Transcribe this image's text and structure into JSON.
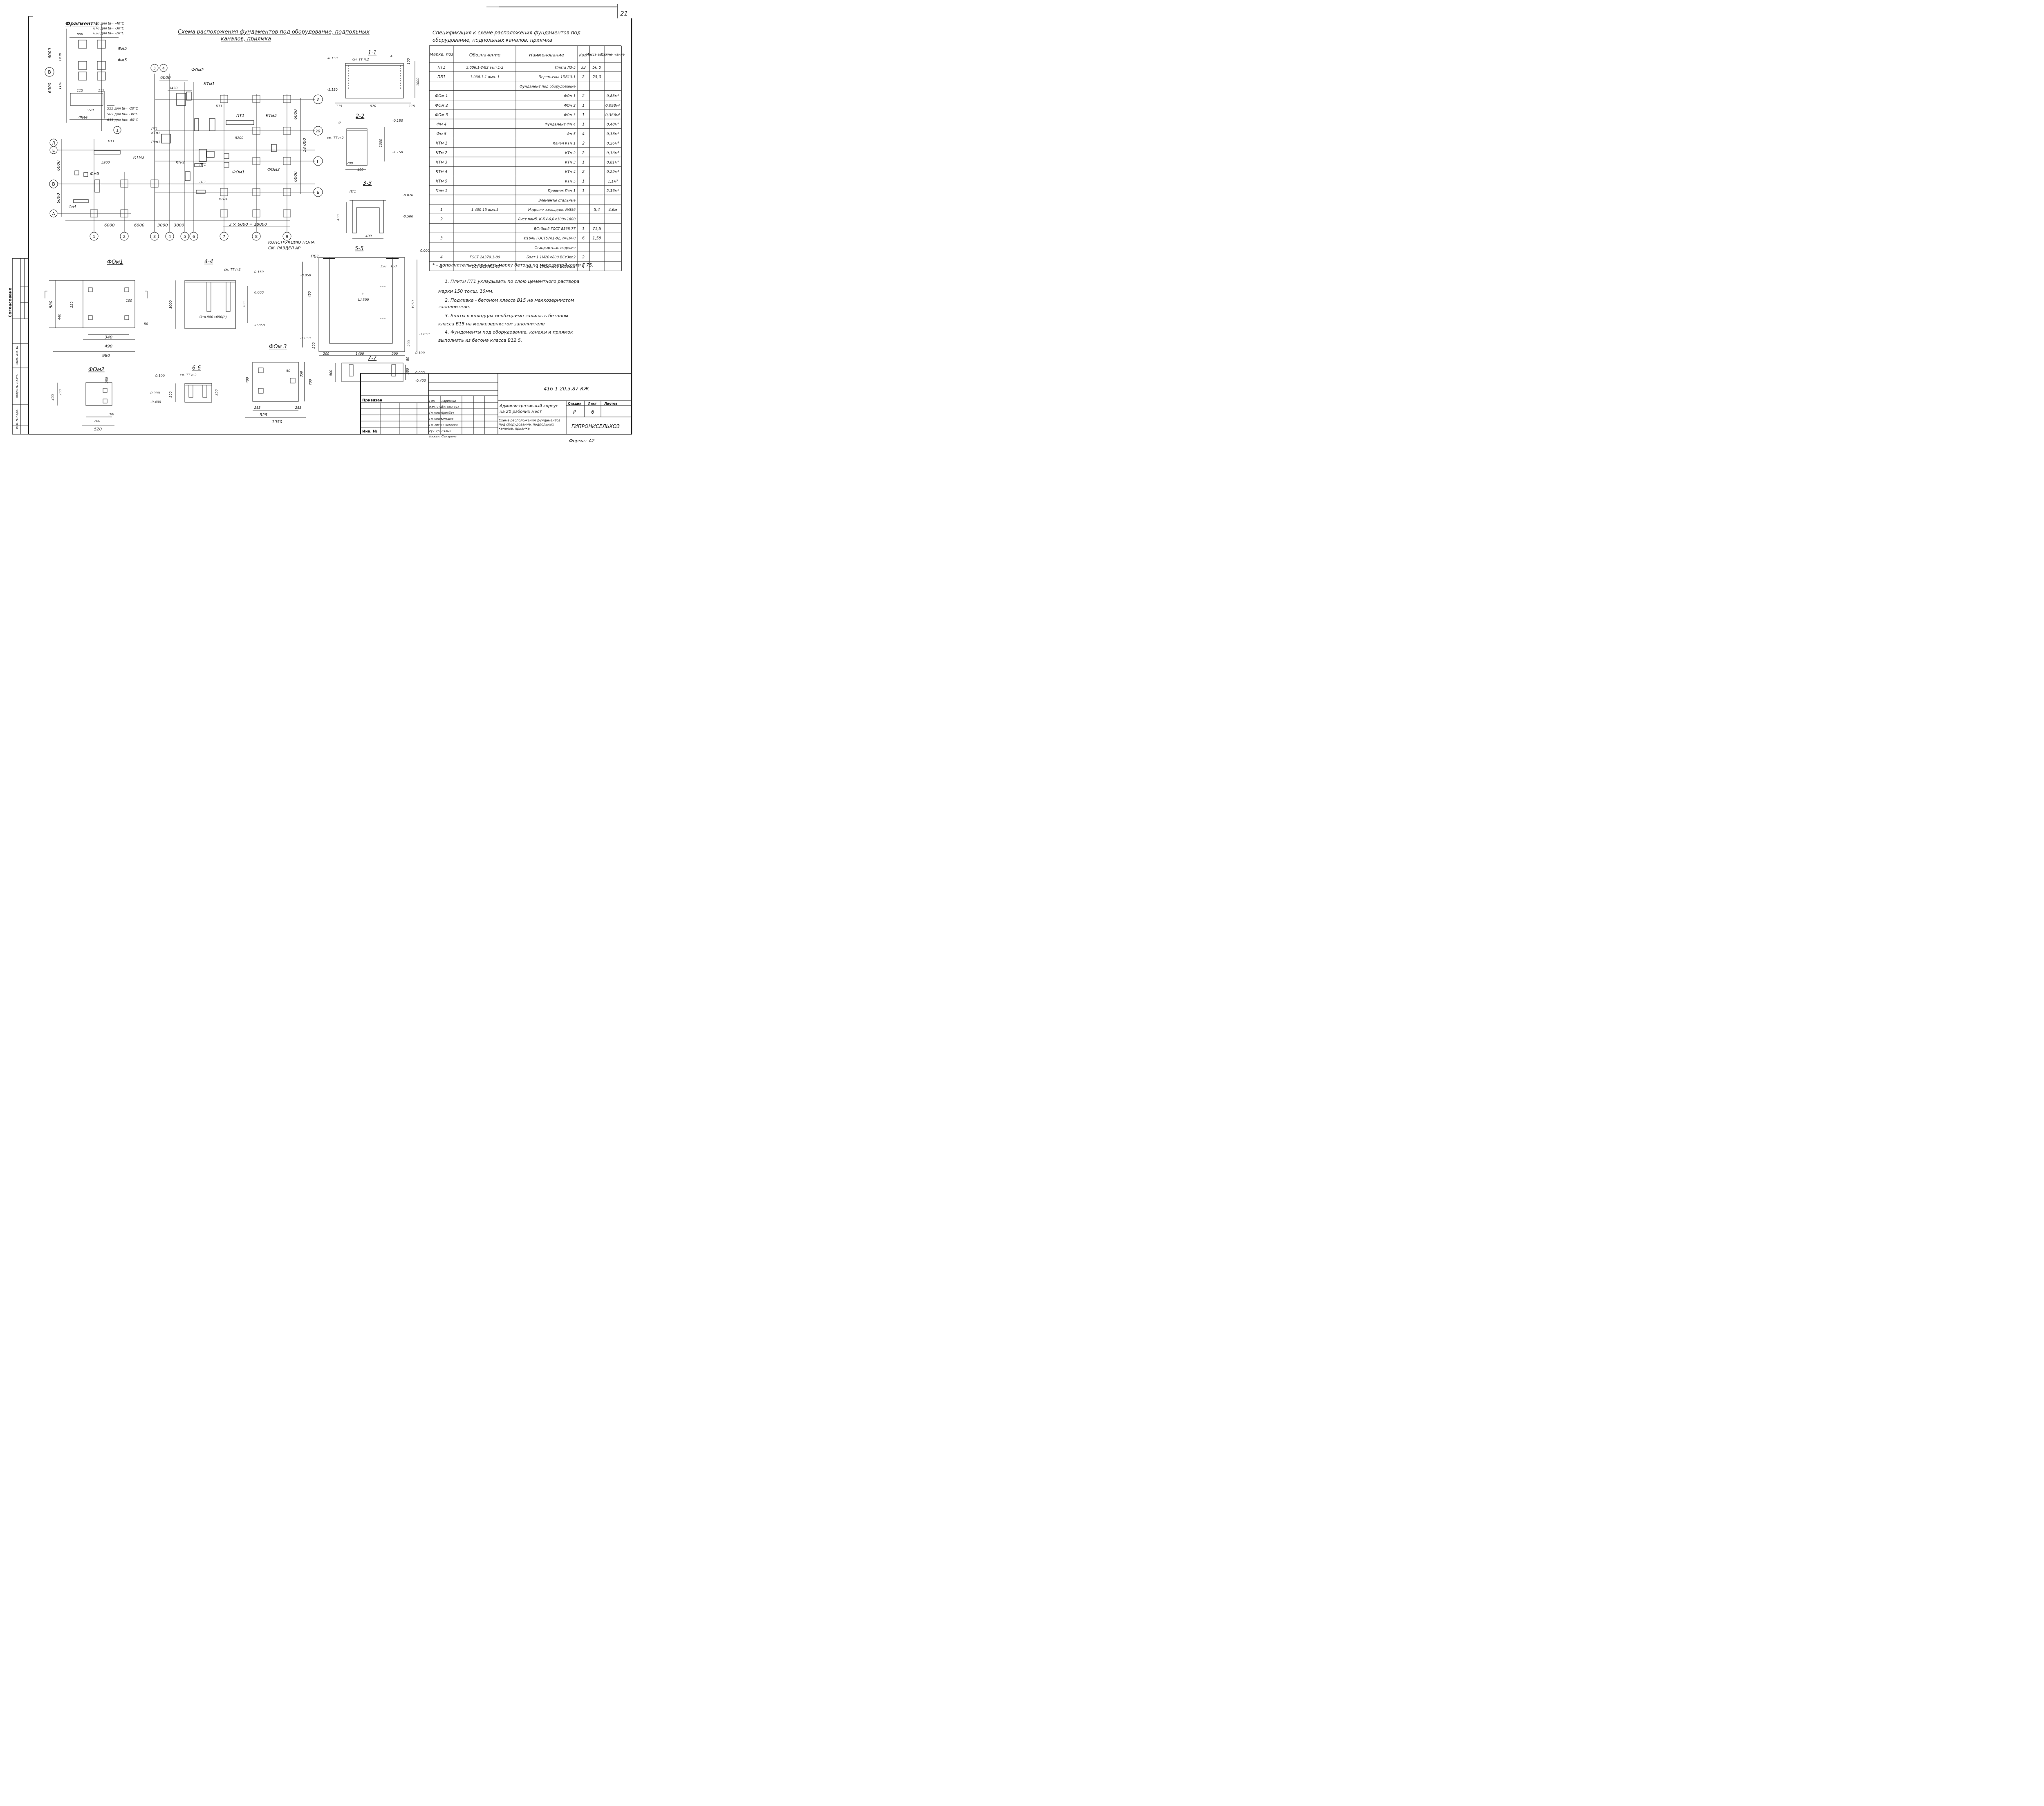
{
  "sheet_number": "21",
  "main_title": [
    "Схема расположения фундаментов под оборудование, подпольных",
    "каналов, приямка"
  ],
  "fragment": {
    "title": "Фрагмент 1",
    "depth_notes": [
      "780  для tв= -40°С",
      "670  для tв= -30°С",
      "620  для tв= -20°С"
    ],
    "depth_notes_bottom": [
      "555  для tв= -20°С",
      "585  для tв= -30°С",
      "635  для tв= -40°С"
    ],
    "dims": [
      "890",
      "6000",
      "6000",
      "1930",
      "3370",
      "115",
      "115",
      "970"
    ],
    "labels": [
      "Фм5",
      "Фм5",
      "Фм4"
    ],
    "axis": "В",
    "callout": "1"
  },
  "plan": {
    "axes_h": [
      "Д",
      "Е",
      "В",
      "Б",
      "А"
    ],
    "axes_v": [
      "1",
      "2",
      "3",
      "4",
      "5",
      "6",
      "7",
      "8",
      "9"
    ],
    "axes_v_top": [
      "3",
      "4"
    ],
    "axes_right": [
      "И",
      "Ж",
      "Г",
      "Б"
    ],
    "dims_bottom": [
      "6000",
      "6000",
      "3000",
      "3000",
      "3 × 6000 = 18000"
    ],
    "dims_left": [
      "6000",
      "6000"
    ],
    "dims_right": [
      "6000",
      "18 000",
      "6000"
    ],
    "labels": [
      "ФОм2",
      "КТм1",
      "ПТ1",
      "КТм5",
      "ПТ1",
      "КТм1",
      "ПТ1",
      "Пям1",
      "КТм3",
      "ФОм1",
      "ФОм3",
      "КТм4",
      "ПТ1",
      "КТм2",
      "Фм5",
      "Фм4",
      "ПТ1",
      "ПТ1"
    ],
    "dims_top": [
      "6000",
      "3420",
      "5200",
      "5200"
    ]
  },
  "section_11": {
    "title": "1-1",
    "note": "см. ТТ п.2",
    "levels": [
      "-0.150",
      "-1.150"
    ],
    "dims": [
      "115",
      "970",
      "115",
      "1000",
      "100"
    ],
    "callout": "4"
  },
  "section_22": {
    "title": "2-2",
    "note": "см. ТТ п.2",
    "levels": [
      "-0.150",
      "-1.150"
    ],
    "dims": [
      "200",
      "400",
      "1000"
    ],
    "label": "Б"
  },
  "section_33": {
    "title": "3-3",
    "label": "ПТ1",
    "levels": [
      "-0.070",
      "-0.500"
    ],
    "dims": [
      "400",
      "400"
    ]
  },
  "section_44": {
    "title": "4-4",
    "note": "см. ТТ п.2",
    "levels": [
      "0.150",
      "0.000",
      "-0.850"
    ],
    "dims": [
      "1000",
      "700"
    ],
    "hole": "Отв.980×650(h)"
  },
  "section_55": {
    "title": "5-5",
    "note": [
      "КОНСТРУКЦИЮ ПОЛА",
      "СМ. РАЗДЕЛ АР"
    ],
    "labels": [
      "ПБ1",
      "3",
      "Ш 300"
    ],
    "levels": [
      "0.000",
      "-0.850",
      "-2.050",
      "-1.850"
    ],
    "dims": [
      "1950",
      "450",
      "150",
      "150",
      "200",
      "1400",
      "200",
      "200",
      "200"
    ]
  },
  "section_66": {
    "title": "6-6",
    "note": "см. ТТ п.2",
    "levels": [
      "0.100",
      "0.000",
      "-0.400"
    ],
    "dims": [
      "500",
      "250"
    ]
  },
  "section_77": {
    "title": "7-7",
    "levels": [
      "0.100",
      "0.000",
      "-0.400"
    ],
    "dims": [
      "500",
      "250",
      "80"
    ]
  },
  "fom1": {
    "title": "ФОм1",
    "dims": [
      "880",
      "440",
      "220",
      "340",
      "490",
      "980",
      "100",
      "50"
    ]
  },
  "fom2": {
    "title": "ФОм2",
    "dims": [
      "400",
      "200",
      "260",
      "520",
      "100",
      "250"
    ]
  },
  "fom3": {
    "title": "ФОм 3",
    "dims": [
      "400",
      "350",
      "700",
      "285",
      "285",
      "525",
      "1050",
      "50"
    ]
  },
  "spec": {
    "title": [
      "Спецификация  к схеме расположения фундаментов под",
      "оборудование, подпольных каналов, приямка"
    ],
    "headers": [
      "Марка, поз",
      "Обозначение",
      "Наименование",
      "Кол.",
      "Масса ед, кг",
      "Приме- чание"
    ],
    "rows": [
      [
        "ПТ1",
        "3.006.1-2/82 вып.1-2",
        "Плита   ЛЗ-5",
        "33",
        "50,0",
        ""
      ],
      [
        "ПБ1",
        "1.038.1-1  вып. 1",
        "Перемычка  1ПБ13-1",
        "2",
        "25,0",
        ""
      ],
      [
        "",
        "",
        "Фундамент под оборудование",
        "",
        "",
        ""
      ],
      [
        "ФОм 1",
        "",
        "ФОм 1",
        "2",
        "",
        "0,83м³"
      ],
      [
        "ФОм 2",
        "",
        "ФОм 2",
        "1",
        "",
        "0,098м³"
      ],
      [
        "ФОм 3",
        "",
        "ФОм 3",
        "1",
        "",
        "0,366м³"
      ],
      [
        "Фм 4",
        "",
        "Фундамент   Фм 4",
        "1",
        "",
        "0,48м³"
      ],
      [
        "Фм 5",
        "",
        "Фм 5",
        "4",
        "",
        "0,16м³"
      ],
      [
        "КТм 1",
        "",
        "Канал    КТм 1",
        "2",
        "",
        "0,26м³"
      ],
      [
        "КТм 2",
        "",
        "КТм 2",
        "2",
        "",
        "0,36м³"
      ],
      [
        "КТм 3",
        "",
        "КТм 3",
        "1",
        "",
        "0,81м³"
      ],
      [
        "КТм 4",
        "",
        "КТм 4",
        "2",
        "",
        "0,29м³"
      ],
      [
        "КТм 5",
        "",
        "КТм 5",
        "1",
        "",
        "1,1м³"
      ],
      [
        "Пям 1",
        "",
        "Приямок     Пям 1",
        "1",
        "",
        "2,36м³"
      ],
      [
        "",
        "",
        "Элементы стальные",
        "",
        "",
        ""
      ],
      [
        "1",
        "1.400-15 вып.1",
        "Изделие закладное №556",
        "",
        "5,4",
        "4,6м"
      ],
      [
        "2",
        "",
        "Лист ромб. К-ПУ-6,0×100×1800",
        "",
        "",
        ""
      ],
      [
        "",
        "",
        "ВСт3кп2 ГОСТ 8568-77",
        "1",
        "71,5",
        ""
      ],
      [
        "3",
        "",
        "Ø16АII ГОСТ5781-82, ℓ=1000",
        "6",
        "1,58",
        ""
      ],
      [
        "",
        "",
        "Стандартные изделия",
        "",
        "",
        ""
      ],
      [
        "4",
        "ГОСТ 24379.1-80",
        "Болт 1.1М20×800 ВСт3кп2",
        "2",
        "",
        ""
      ],
      [
        "5",
        "ГОСТ 24379.1-80",
        "Болт 1.1М16×800 ВСт3кп2",
        "4",
        "",
        ""
      ]
    ]
  },
  "footnote_star": "* - дополнительно принять марку бетона по морозостойкости F 75.",
  "notes": [
    "1. Плиты ПТ1 укладывать по слою цементного раствора",
    "марки 150 толщ. 10мм.",
    "2. Подливка - бетоном класса В15  на мелкозернистом",
    "заполнителе.",
    "3. Болты в колодцах необходимо заливать бетоном",
    "класса В15 на мелкозернистом заполнителе",
    "4. Фундаменты под оборудование, каналы и приямок",
    "выполнять из бетона класса В12,5."
  ],
  "title_block": {
    "doc_code": "416-1-20.3.87-КЖ",
    "object": [
      "Административный корпус",
      "на 20 рабочих мест"
    ],
    "sheet_title": [
      "Схема расположения фундаментов",
      "под оборудование, подпольных",
      "каналов, приямка"
    ],
    "stage_hdr": "Стадия",
    "sheet_hdr": "Лист",
    "sheets_hdr": "Листов",
    "stage": "Р",
    "sheet": "6",
    "org": "ГИПРОНИСЕЛЬХОЗ",
    "roles": [
      "ГИП",
      "Нач. отд.",
      "Гл.конст.",
      "Гл.конст.",
      "Гл. спец.",
      "Рук. гр.",
      "Инжен."
    ],
    "names": [
      "Аврисина",
      "Вигдергауз",
      "Трейбач",
      "Олешко",
      "Янковский",
      "Вялых",
      "Самарина"
    ],
    "privyazan": "Привязан",
    "inv": "Инв. №",
    "format": "Формат А2"
  },
  "left_strip": {
    "title": "Согласовано",
    "labels": [
      "Инв. № подл.",
      "Подпись и дата",
      "Взам. инв. №"
    ]
  }
}
